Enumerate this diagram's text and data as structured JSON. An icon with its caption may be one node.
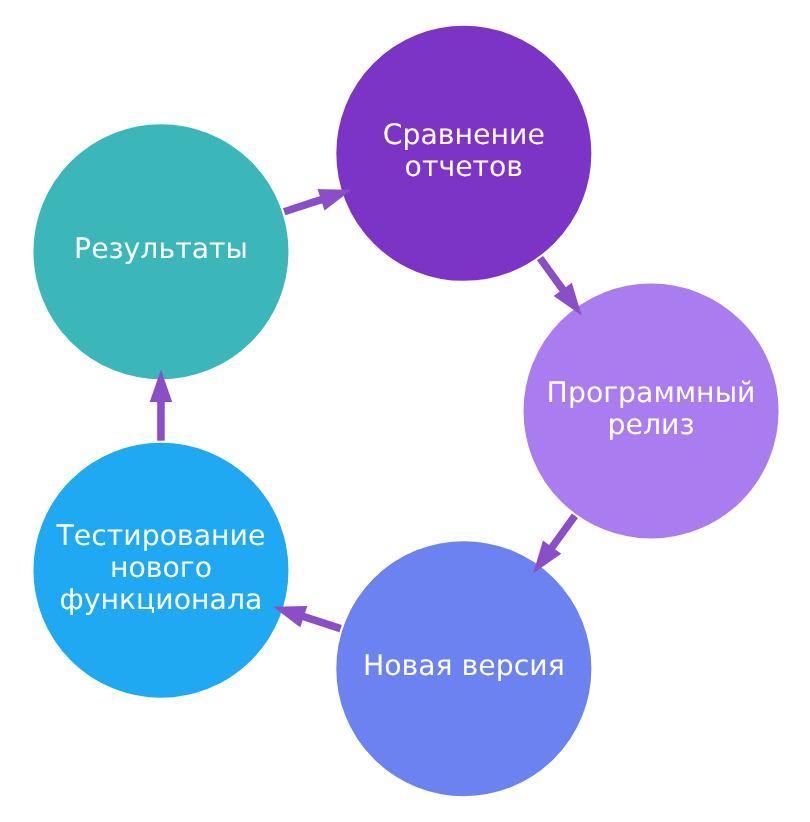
{
  "diagram": {
    "nodes": [
      {
        "text": [
          "Новая версия"
        ]
      },
      {
        "text": [
          "Тестирование нового функционала"
        ]
      },
      {
        "text": [
          "Результаты"
        ]
      },
      {
        "text": [
          "Сравнение отчетов"
        ]
      },
      {
        "text": [
          "Программный релиз"
        ]
      }
    ],
    "edges": [
      {
        "from": 0,
        "to": 1,
        "arrow": "to"
      },
      {
        "from": 1,
        "to": 2,
        "arrow": "to"
      },
      {
        "from": 2,
        "to": 3,
        "arrow": "to"
      },
      {
        "from": 3,
        "to": 4,
        "arrow": "to"
      },
      {
        "from": 4,
        "to": 0,
        "arrow": "to"
      }
    ]
  }
}
